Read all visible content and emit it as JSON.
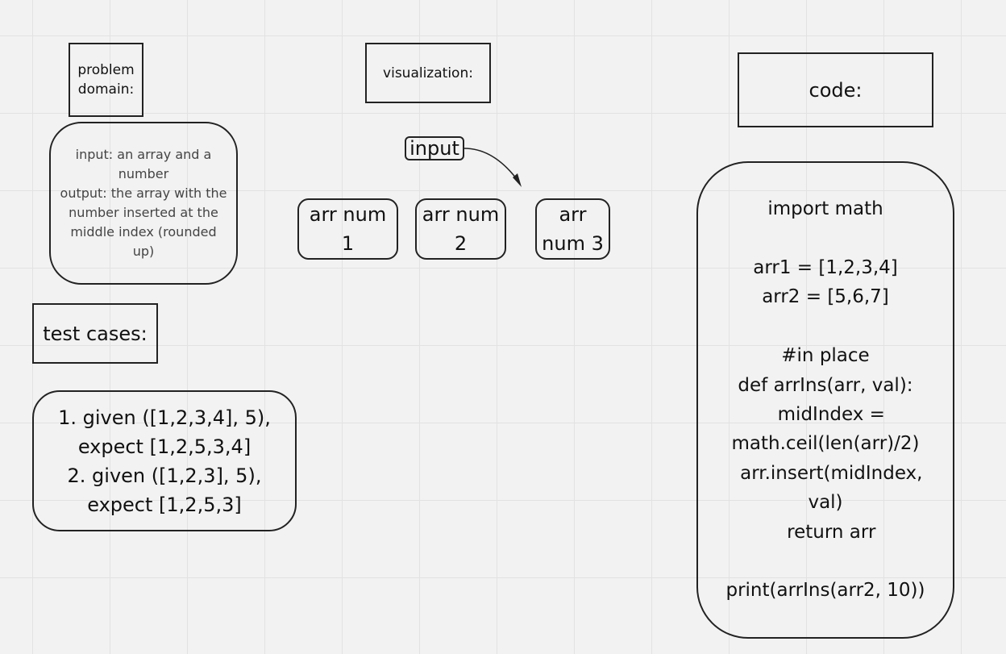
{
  "problem_domain": {
    "title": "problem\ndomain:",
    "description": "input: an array and a\nnumber\noutput: the array with the\nnumber inserted at the\nmiddle index (rounded\nup)"
  },
  "test_cases": {
    "title": "test cases:",
    "content": "1. given ([1,2,3,4], 5),\nexpect [1,2,5,3,4]\n2. given ([1,2,3], 5),\nexpect [1,2,5,3]"
  },
  "visualization": {
    "title": "visualization:",
    "input_label": "input",
    "arr_boxes": [
      "arr num\n1",
      "arr num\n2",
      "arr\nnum 3"
    ]
  },
  "code": {
    "title": "code:",
    "content": "import math\n\narr1 = [1,2,3,4]\narr2 = [5,6,7]\n\n#in place\ndef arrIns(arr, val):\n  midIndex =\nmath.ceil(len(arr)/2)\n  arr.insert(midIndex,\nval)\n  return arr\n\nprint(arrIns(arr2, 10))"
  },
  "colors": {
    "canvas": "#f2f2f2",
    "grid": "#e2e2e2",
    "stroke": "#222222",
    "note_text": "#444444"
  }
}
